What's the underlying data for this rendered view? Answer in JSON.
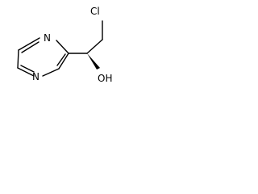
{
  "molecule": {
    "atoms": {
      "chlorine": "Cl",
      "nitrogen_top": "N",
      "nitrogen_bottom": "N",
      "hydroxyl": "OH"
    },
    "stereo_bond": "wedge",
    "colors": {
      "bond": "#000000",
      "label": "#000000",
      "background": "#ffffff"
    }
  }
}
